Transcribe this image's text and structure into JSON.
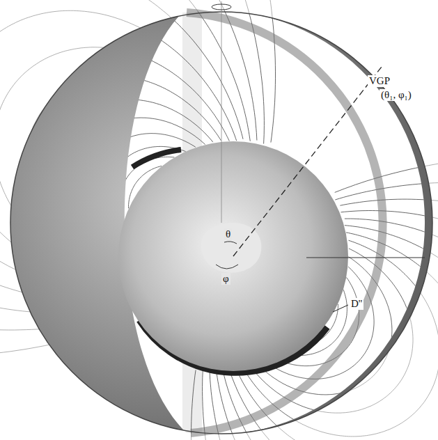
{
  "diagram": {
    "labels": [
      "VGP",
      "(θ₁, φ₁)",
      "θ",
      "φ",
      "D''"
    ]
  }
}
